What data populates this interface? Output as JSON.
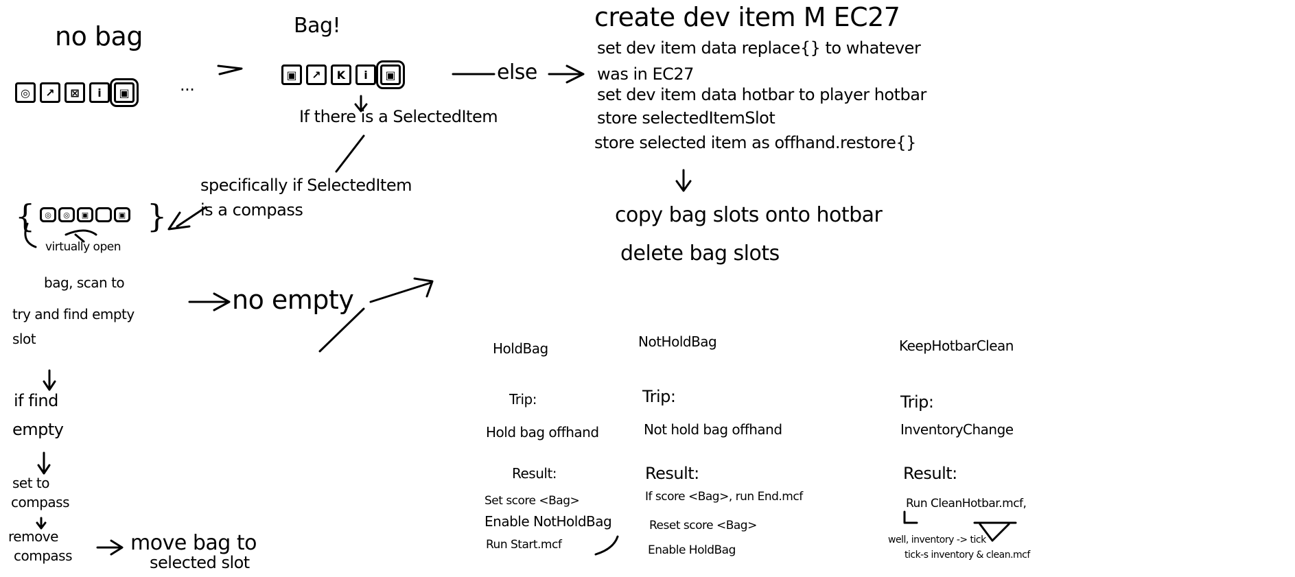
{
  "left": {
    "no_bag": "no bag",
    "ellipsis": "...",
    "bag_title": "Bag!",
    "else_label": "else",
    "if_selected": "If there is a SelectedItem",
    "specifically_1": "specifically if SelectedItem",
    "specifically_2": "is a compass",
    "virtually_1": "virtually open",
    "virtually_2": "bag, scan to",
    "virtually_3": "try and find empty",
    "virtually_4": "slot",
    "no_empty": "no empty",
    "if_find_1": "if find",
    "if_find_2": "empty",
    "set_to_1": "set to",
    "set_to_2": "compass",
    "remove_1": "remove",
    "remove_2": "compass",
    "move_bag_1": "move bag to",
    "move_bag_2": "selected slot"
  },
  "right_top": {
    "create": "create dev item M EC27",
    "set_replace_1": "set dev item data replace{} to whatever",
    "set_replace_2": "was in EC27",
    "set_hotbar": "set dev item data hotbar to player hotbar",
    "store_slot": "store selectedItemSlot",
    "store_offhand": "store selected item as offhand.restore{}",
    "copy_bag": "copy bag slots onto hotbar",
    "delete_bag": "delete bag slots"
  },
  "columns": [
    {
      "title": "HoldBag",
      "trip_label": "Trip:",
      "trip_value": "Hold bag offhand",
      "result_label": "Result:",
      "result_lines": [
        "Set score <Bag>",
        "Enable NotHoldBag",
        "Run Start.mcf"
      ]
    },
    {
      "title": "NotHoldBag",
      "trip_label": "Trip:",
      "trip_value": "Not hold bag offhand",
      "result_label": "Result:",
      "result_lines": [
        "If score <Bag>, run End.mcf",
        "Reset score <Bag>",
        "Enable HoldBag"
      ]
    },
    {
      "title": "KeepHotbarClean",
      "trip_label": "Trip:",
      "trip_value": "InventoryChange",
      "result_label": "Result:",
      "result_lines": [
        "Run CleanHotbar.mcf,",
        "well, inventory -> tick",
        "tick-s inventory & clean.mcf"
      ]
    }
  ],
  "icons": {
    "slot_marks_nobag": [
      "◎",
      "↗",
      "⊠",
      "i",
      "▣"
    ],
    "slot_marks_bag": [
      "▣",
      "↗",
      "K",
      "i",
      "▣"
    ],
    "bag_marks": [
      "◎",
      "◎",
      "▣",
      "",
      "▣"
    ]
  }
}
